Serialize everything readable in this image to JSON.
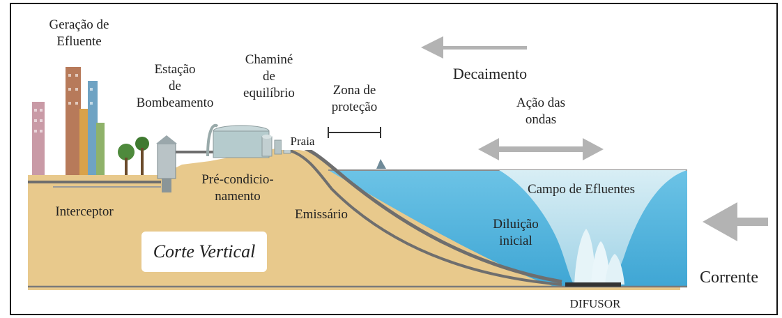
{
  "labels": {
    "geracao": "Geração de\nEfluente",
    "estacao": "Estação\nde\nBombeamento",
    "chamine": "Chaminé\nde\nequilíbrio",
    "zona": "Zona de\nproteção",
    "decaimento": "Decaimento",
    "acao": "Ação das\nondas",
    "praia": "Praia",
    "precondicionamento": "Pré-condicio-\nnamento",
    "interceptor": "Interceptor",
    "campo": "Campo de Efluentes",
    "emissario": "Emissário",
    "diluicao": "Diluição\ninicial",
    "corte": "Corte Vertical",
    "corrente": "Corrente",
    "difusor": "DIFUSOR"
  },
  "colors": {
    "sand": "#e8c98c",
    "sand_dark": "#d9b774",
    "water": "#5bb8e0",
    "water_light": "#a7dcef",
    "arrow": "#b3b3b3",
    "pipe": "#6e6e6e"
  }
}
